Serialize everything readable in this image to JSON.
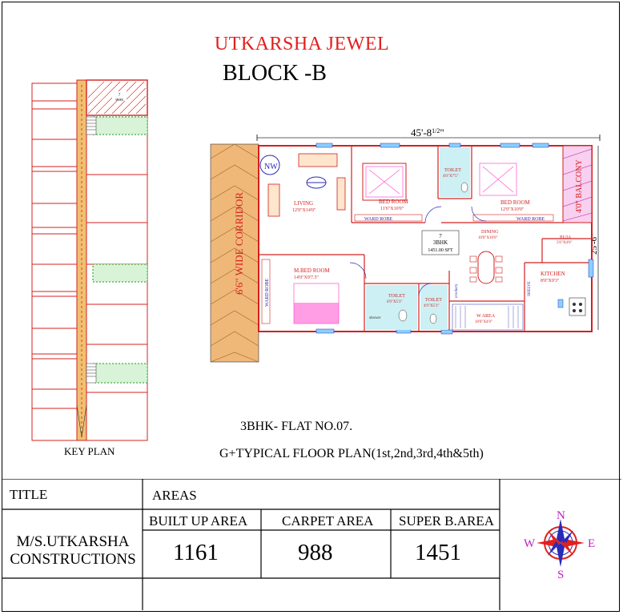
{
  "header": {
    "project_name": "UTKARSHA JEWEL",
    "block": "BLOCK -B"
  },
  "key_plan": {
    "label": "KEY PLAN",
    "unit_label": "7",
    "unit_sub": "3BHK"
  },
  "plan": {
    "caption_flat": "3BHK- FLAT NO.07.",
    "caption_floors": "G+TYPICAL FLOOR PLAN(1st,2nd,3rd,4th&5th)",
    "width_dim": "45'-8",
    "width_dim_fraction": "1/2",
    "width_dim_suffix": "\"",
    "depth_dim": "25'-6\"",
    "corridor": "6'6\" WIDE CORRIDOR",
    "north_mark": "NW",
    "flat_no": "7",
    "flat_type": "3BHK",
    "flat_area": "1451.00 SFT",
    "rooms": {
      "living": {
        "name": "LIVING",
        "size": "12'0\"X14'0\""
      },
      "bed1": {
        "name": "BED ROOM",
        "size": "11'6\"X10'0\""
      },
      "toilet_top": {
        "name": "TOILET",
        "size": "4'0\"X7'5\""
      },
      "bed2": {
        "name": "BED ROOM",
        "size": "12'0\"X10'0\""
      },
      "balcony": "4'0\" BALCONY",
      "wardrobe1": "WARD ROBE",
      "wardrobe2": "WARD ROBE",
      "wardrobe3": "WARD ROBE",
      "dining": {
        "name": "DINING",
        "size": "10'0\"X10'0\""
      },
      "puja": {
        "name": "PUJA",
        "size": "5'0\"X4'0\""
      },
      "kitchen": {
        "name": "KITCHEN",
        "size": "8'0\"X9'3\""
      },
      "master_bed": {
        "name": "M.BED ROOM",
        "size": "14'0\"X9'7.5\""
      },
      "toilet2": {
        "name": "TOILET",
        "size": "6'9\"X5'3\""
      },
      "toilet3": {
        "name": "TOILET",
        "size": "4'0\"X5'3\""
      },
      "w_area": {
        "name": "W AREA",
        "size": "10'0\"X4'0\""
      },
      "crockery": "crockery",
      "shelve": "SHELVE",
      "shower": "shower"
    }
  },
  "table": {
    "title_label": "TITLE",
    "areas_label": "AREAS",
    "company_line1": "M/S.UTKARSHA",
    "company_line2": "CONSTRUCTIONS",
    "col1_label": "BUILT UP AREA",
    "col2_label": "CARPET AREA",
    "col3_label": "SUPER B.AREA",
    "col1_value": "1161",
    "col2_value": "988",
    "col3_value": "1451"
  },
  "compass": {
    "n": "N",
    "s": "S",
    "e": "E",
    "w": "W"
  },
  "colors": {
    "accent_red": "#e0201e",
    "wall_red": "#d42020",
    "wood": "#e8b070",
    "pink": "#ff4fd0",
    "blue": "#2a2ab8",
    "green": "#1a9a1a"
  }
}
